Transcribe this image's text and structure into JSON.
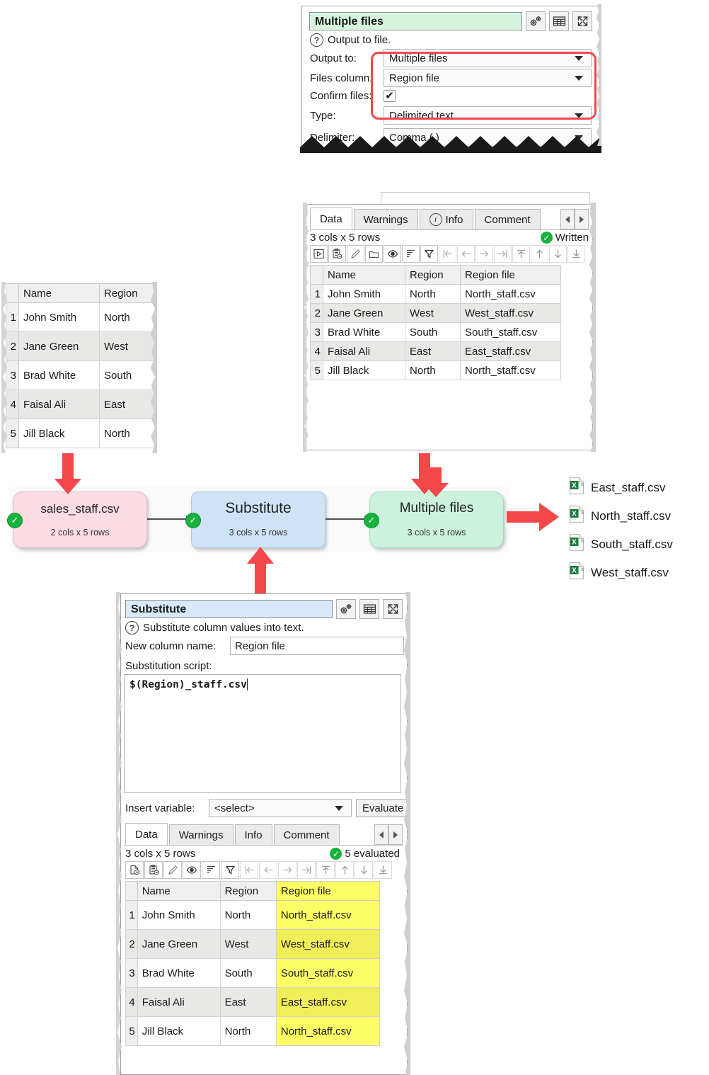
{
  "output_dialog": {
    "title": "Multiple files",
    "tool_buttons": [
      "gear-icon",
      "table-icon",
      "expand-icon"
    ],
    "help_text": "Output to file.",
    "fields": [
      {
        "label": "Output to:",
        "value": "Multiple files",
        "type": "combo"
      },
      {
        "label": "Files column:",
        "value": "Region file",
        "type": "combo"
      },
      {
        "label": "Confirm files:",
        "value": "✔",
        "type": "checkbox"
      },
      {
        "label": "Type:",
        "value": "Delimited text",
        "type": "combo"
      },
      {
        "label": "Delimiter:",
        "value": "Comma (,)",
        "type": "combo"
      }
    ]
  },
  "output_data_panel": {
    "tabs": [
      {
        "label": "Data",
        "selected": true
      },
      {
        "label": "Warnings",
        "selected": false
      },
      {
        "label": "Info",
        "selected": false,
        "icon": "info-icon"
      },
      {
        "label": "Comment",
        "selected": false
      }
    ],
    "dimensions": "3 cols x 5 rows",
    "status": "Written",
    "toolbar_icons": [
      "run-icon",
      "paste-icon",
      "edit-icon",
      "folder-icon",
      "eye-icon",
      "sort-icon",
      "filter-icon",
      "first-col-icon",
      "prev-col-icon",
      "next-col-icon",
      "last-col-icon",
      "first-row-icon",
      "prev-row-icon",
      "next-row-icon",
      "last-row-icon"
    ],
    "columns": [
      "Name",
      "Region",
      "Region file"
    ],
    "rows": [
      {
        "n": "1",
        "cells": [
          "John Smith",
          "North",
          "North_staff.csv"
        ]
      },
      {
        "n": "2",
        "cells": [
          "Jane Green",
          "West",
          "West_staff.csv"
        ]
      },
      {
        "n": "3",
        "cells": [
          "Brad White",
          "South",
          "South_staff.csv"
        ]
      },
      {
        "n": "4",
        "cells": [
          "Faisal Ali",
          "East",
          "East_staff.csv"
        ]
      },
      {
        "n": "5",
        "cells": [
          "Jill Black",
          "North",
          "North_staff.csv"
        ]
      }
    ]
  },
  "source_data_panel": {
    "columns": [
      "Name",
      "Region"
    ],
    "rows": [
      {
        "n": "1",
        "cells": [
          "John Smith",
          "North"
        ]
      },
      {
        "n": "2",
        "cells": [
          "Jane Green",
          "West"
        ]
      },
      {
        "n": "3",
        "cells": [
          "Brad White",
          "South"
        ]
      },
      {
        "n": "4",
        "cells": [
          "Faisal Ali",
          "East"
        ]
      },
      {
        "n": "5",
        "cells": [
          "Jill Black",
          "North"
        ]
      }
    ]
  },
  "flow": {
    "nodes": [
      {
        "title": "sales_staff.csv",
        "subtitle": "2 cols x 5 rows",
        "color": "pink"
      },
      {
        "title": "Substitute",
        "subtitle": "3 cols x 5 rows",
        "color": "blue"
      },
      {
        "title": "Multiple files",
        "subtitle": "3 cols x 5 rows",
        "color": "green"
      }
    ]
  },
  "output_files": [
    {
      "name": "East_staff.csv",
      "icon": "csv-file-icon"
    },
    {
      "name": "North_staff.csv",
      "icon": "csv-file-icon"
    },
    {
      "name": "South_staff.csv",
      "icon": "csv-file-icon"
    },
    {
      "name": "West_staff.csv",
      "icon": "csv-file-icon"
    }
  ],
  "substitute_dialog": {
    "title": "Substitute",
    "help_text": "Substitute column values into text.",
    "new_column_label": "New column name:",
    "new_column_value": "Region file",
    "script_label": "Substitution script:",
    "script_value": "$(Region)_staff.csv",
    "insert_variable_label": "Insert variable:",
    "insert_variable_value": "<select>",
    "evaluate_label": "Evaluate",
    "tabs": [
      {
        "label": "Data",
        "selected": true
      },
      {
        "label": "Warnings",
        "selected": false
      },
      {
        "label": "Info",
        "selected": false
      },
      {
        "label": "Comment",
        "selected": false
      }
    ],
    "dimensions": "3 cols x 5 rows",
    "status": "5 evaluated",
    "columns": [
      "Name",
      "Region",
      "Region file"
    ],
    "rows": [
      {
        "n": "1",
        "cells": [
          "John Smith",
          "North",
          "North_staff.csv"
        ]
      },
      {
        "n": "2",
        "cells": [
          "Jane Green",
          "West",
          "West_staff.csv"
        ]
      },
      {
        "n": "3",
        "cells": [
          "Brad White",
          "South",
          "South_staff.csv"
        ]
      },
      {
        "n": "4",
        "cells": [
          "Faisal Ali",
          "East",
          "East_staff.csv"
        ]
      },
      {
        "n": "5",
        "cells": [
          "Jill Black",
          "North",
          "North_staff.csv"
        ]
      }
    ]
  },
  "colors": {
    "highlight_box": "#f4474a",
    "arrow": "#f4474a",
    "ok_green": "#18b23f",
    "cell_highlight": "#ffff66"
  }
}
